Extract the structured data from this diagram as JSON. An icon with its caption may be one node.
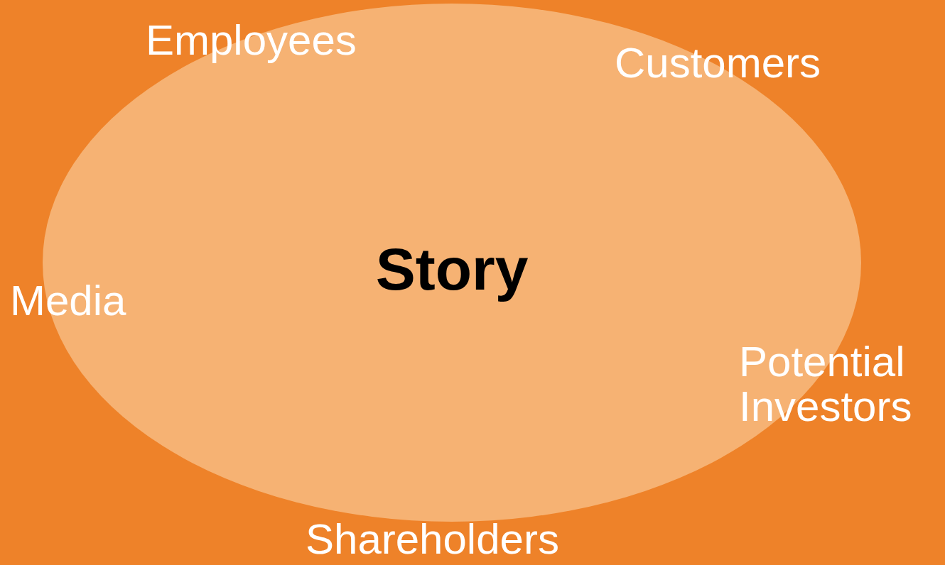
{
  "diagram": {
    "nodes": [
      {
        "text": [
          "Story"
        ]
      }
    ],
    "labels": [
      "Employees",
      "Customers",
      "Media",
      "Potential Investors",
      "Shareholders"
    ]
  }
}
